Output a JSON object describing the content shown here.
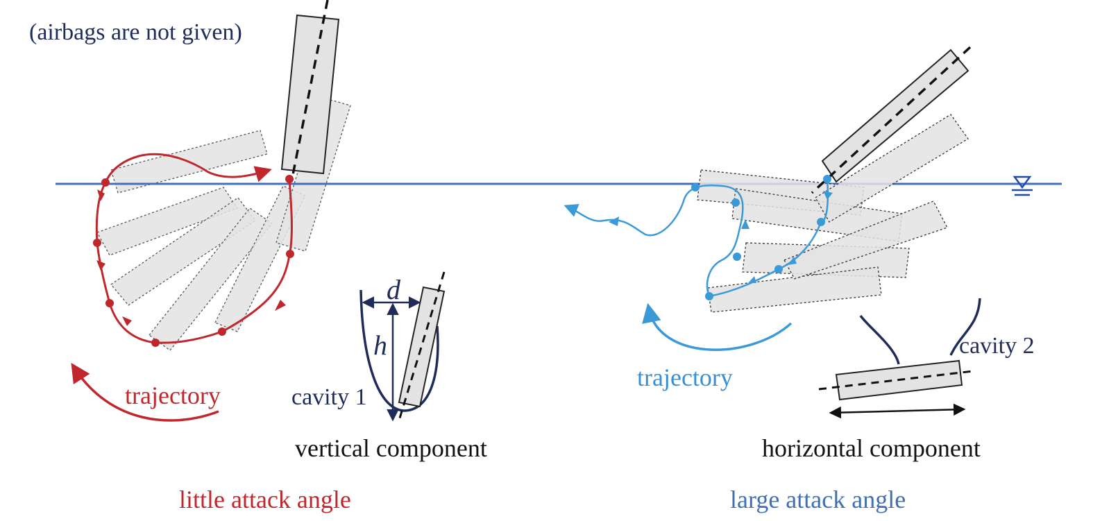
{
  "note": "(airbags are not given)",
  "symbols": {
    "d": "d",
    "h": "h"
  },
  "left_panel": {
    "trajectory_label": "trajectory",
    "cavity_label": "cavity 1",
    "component_label": "vertical component",
    "caption": "little attack angle"
  },
  "right_panel": {
    "trajectory_label": "trajectory",
    "cavity_label": "cavity 2",
    "component_label": "horizontal component",
    "caption": "large attack angle"
  },
  "colors": {
    "water_line": "#3f6fc0",
    "left_trajectory": "#c0272d",
    "right_trajectory": "#3a9ad8",
    "right_caption": "#3f6fb5",
    "navy_text": "#1f2c5a",
    "body_fill": "#e4e3e3",
    "cavity_curve": "#1f2c5a"
  },
  "icons": {
    "water_level": "water-level-icon"
  }
}
